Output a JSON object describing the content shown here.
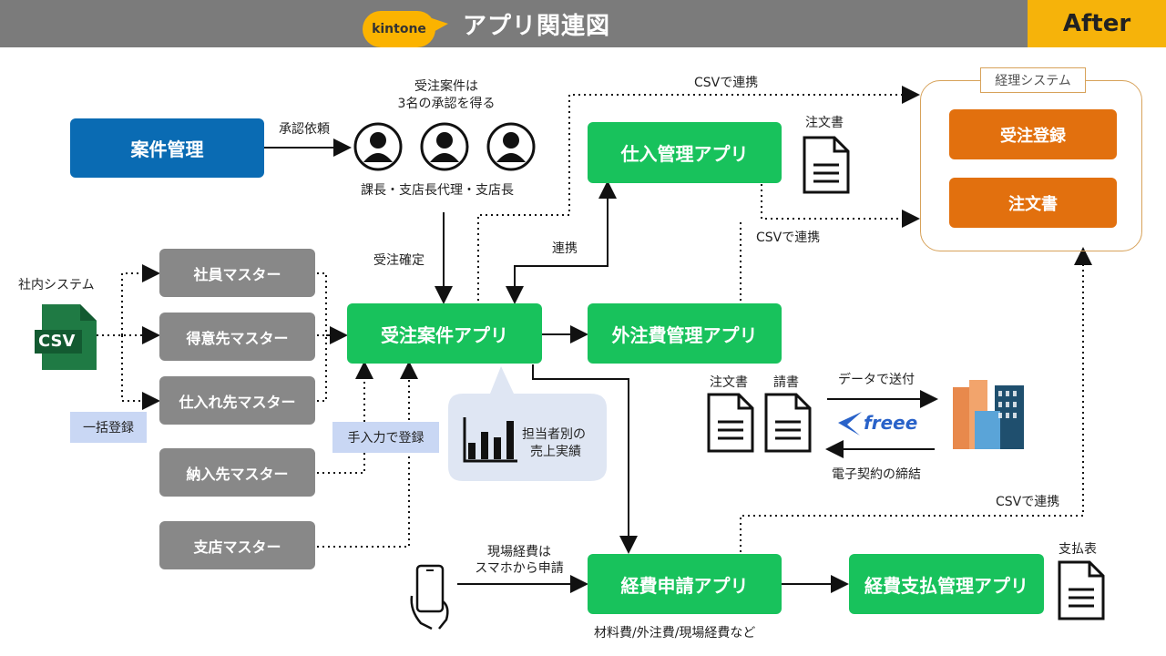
{
  "header": {
    "logo": "kintone",
    "title": "アプリ関連図",
    "badge": "After"
  },
  "nodes": {
    "anken_kanri": "案件管理",
    "shiire_app": "仕入管理アプリ",
    "juchu_app": "受注案件アプリ",
    "gaichu_app": "外注費管理アプリ",
    "keihi_app": "経費申請アプリ",
    "keihi_shiharai_app": "経費支払管理アプリ",
    "shain_master": "社員マスター",
    "tokuisaki_master": "得意先マスター",
    "shiiresaki_master": "仕入れ先マスター",
    "nounyusaki_master": "納入先マスター",
    "shiten_master": "支店マスター"
  },
  "accounting": {
    "title": "経理システム",
    "items": [
      "受注登録",
      "注文書"
    ]
  },
  "labels": {
    "shonin_irai": "承認依頼",
    "juchu_line1": "受注案件は",
    "juchu_line2": "3名の承認を得る",
    "approvers": "課長・支店長代理・支店長",
    "juchu_kakutei": "受注確定",
    "renkei": "連携",
    "csv_renkei_top": "CSVで連携",
    "csv_renkei_mid": "CSVで連携",
    "csv_renkei_bottom": "CSVで連携",
    "chumonsho_top": "注文書",
    "shanai_system": "社内システム",
    "csv_icon": "CSV",
    "ikkatsu": "一括登録",
    "tenyuryoku": "手入力で登録",
    "tantou_line1": "担当者別の",
    "tantou_line2": "売上実績",
    "doc_chumonsho": "注文書",
    "doc_seikyusho": "請書",
    "data_sofu": "データで送付",
    "freee": "freee",
    "denshi_keiyaku": "電子契約の締結",
    "genba_line1": "現場経費は",
    "genba_line2": "スマホから申請",
    "zairyo": "材料費/外注費/現場経費など",
    "shiharaihyo": "支払表"
  },
  "colors": {
    "green": "#18c25c",
    "gray": "#888888",
    "blue": "#0a6bb3",
    "orange": "#e2700e",
    "header": "#7b7b7b",
    "badge": "#f6b30a"
  },
  "icons": [
    "person-icon",
    "document-icon",
    "csv-file-icon",
    "bar-chart-icon",
    "smartphone-icon",
    "building-icon",
    "freee-logo-icon"
  ]
}
